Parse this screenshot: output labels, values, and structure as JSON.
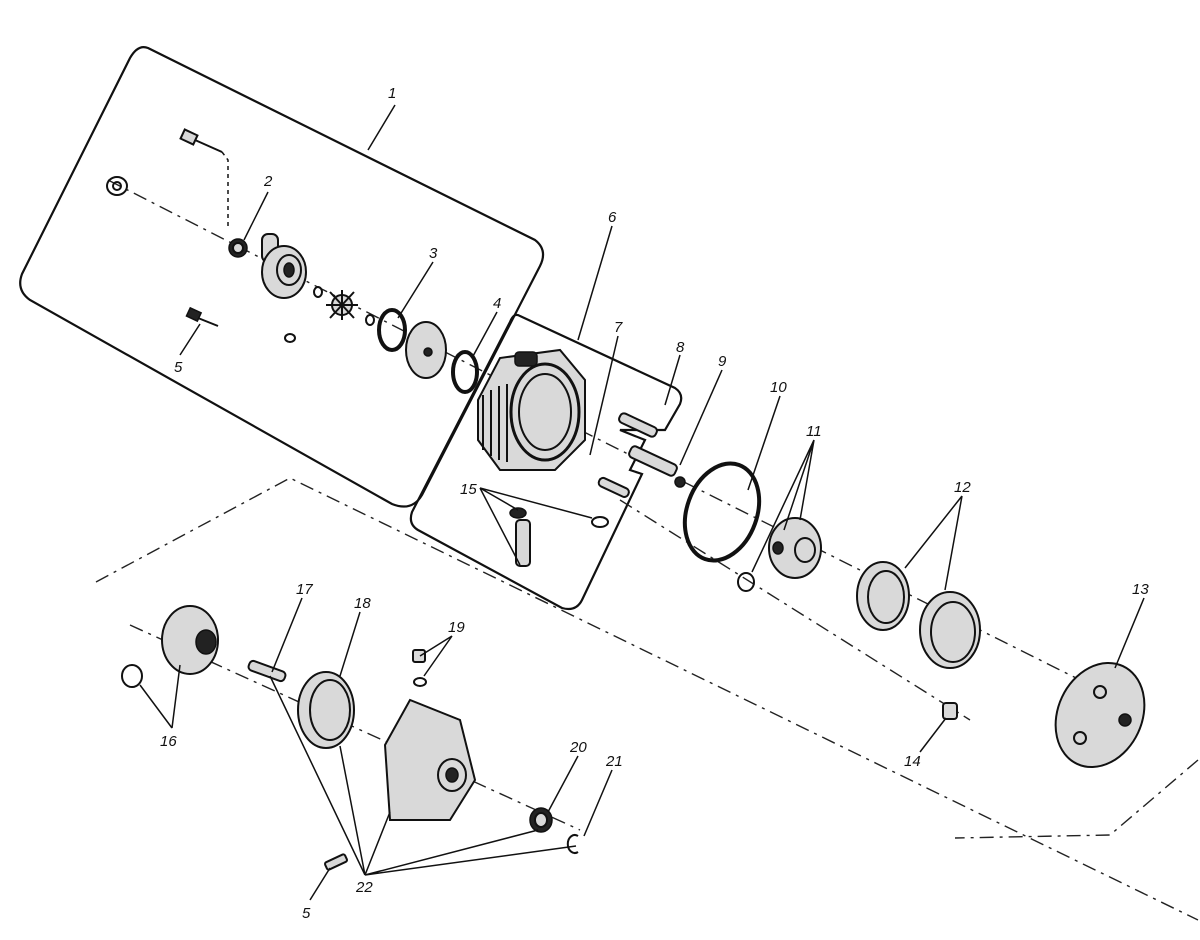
{
  "diagram": {
    "callouts": [
      {
        "id": "c1",
        "label": "1"
      },
      {
        "id": "c2",
        "label": "2"
      },
      {
        "id": "c3",
        "label": "3"
      },
      {
        "id": "c4",
        "label": "4"
      },
      {
        "id": "c5a",
        "label": "5"
      },
      {
        "id": "c6",
        "label": "6"
      },
      {
        "id": "c7",
        "label": "7"
      },
      {
        "id": "c8",
        "label": "8"
      },
      {
        "id": "c9",
        "label": "9"
      },
      {
        "id": "c10",
        "label": "10"
      },
      {
        "id": "c11",
        "label": "11"
      },
      {
        "id": "c12",
        "label": "12"
      },
      {
        "id": "c13",
        "label": "13"
      },
      {
        "id": "c14",
        "label": "14"
      },
      {
        "id": "c15",
        "label": "15"
      },
      {
        "id": "c16",
        "label": "16"
      },
      {
        "id": "c17",
        "label": "17"
      },
      {
        "id": "c18",
        "label": "18"
      },
      {
        "id": "c19",
        "label": "19"
      },
      {
        "id": "c20",
        "label": "20"
      },
      {
        "id": "c21",
        "label": "21"
      },
      {
        "id": "c22",
        "label": "22"
      },
      {
        "id": "c5b",
        "label": "5"
      }
    ]
  }
}
